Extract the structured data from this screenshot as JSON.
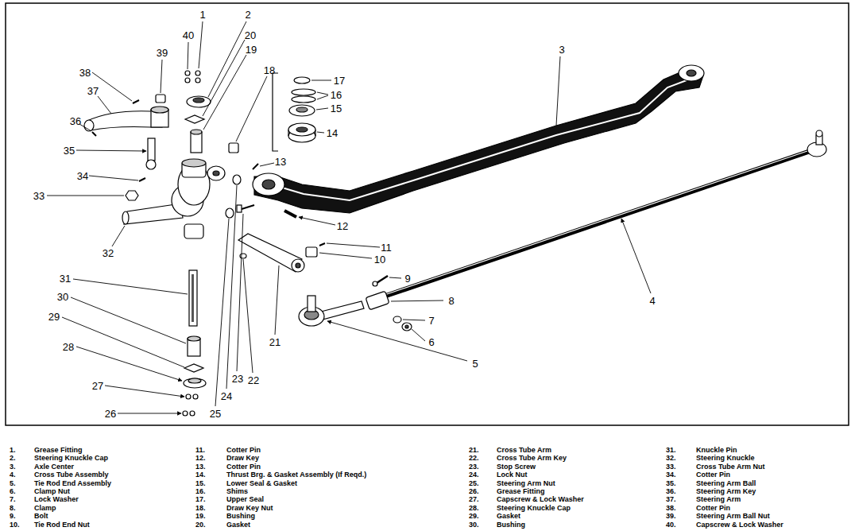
{
  "diagram": {
    "labels": [
      "1",
      "2",
      "3",
      "4",
      "5",
      "6",
      "7",
      "8",
      "9",
      "10",
      "11",
      "12",
      "13",
      "14",
      "15",
      "16",
      "17",
      "18",
      "19",
      "20",
      "21",
      "22",
      "23",
      "24",
      "25",
      "26",
      "27",
      "28",
      "29",
      "30",
      "31",
      "32",
      "33",
      "34",
      "35",
      "36",
      "37",
      "38",
      "39",
      "40",
      "1.",
      "Grease Fitting",
      "2.",
      "Steering Knuckle Cap",
      "3.",
      "Axle Center",
      "4.",
      "Cross Tube Assembly",
      "5.",
      "Tie Rod End Assembly",
      "6.",
      "Clamp Nut",
      "7.",
      "Lock Washer",
      "8.",
      "Clamp",
      "9.",
      "Bolt",
      "10.",
      "Tie Rod End Nut",
      "11.",
      "Cotter Pin",
      "12.",
      "Draw Key",
      "13.",
      "Cotter Pin",
      "14.",
      "Thrust Brg. & Gasket Assembly (If Reqd.)",
      "15.",
      "Lower Seal & Gasket",
      "16.",
      "Shims",
      "17.",
      "Upper Seal",
      "18.",
      "Draw Key Nut",
      "19.",
      "Bushing",
      "20.",
      "Gasket",
      "21.",
      "Cross Tube Arm",
      "22.",
      "Cross Tube Arm Key",
      "23.",
      "Stop Screw",
      "24.",
      "Lock Nut",
      "25.",
      "Steering Arm Nut",
      "26.",
      "Grease Fitting",
      "27.",
      "Capscrew & Lock Washer",
      "28.",
      "Steering Knuckle Cap",
      "29.",
      "Gasket",
      "30.",
      "Bushing",
      "31.",
      "Knuckle Pin",
      "32.",
      "Steering Knuckle",
      "33.",
      "Cross Tube Arm Nut",
      "34.",
      "Cotter Pin",
      "35.",
      "Steering Arm Ball",
      "36.",
      "Steering Arm Key",
      "37.",
      "Steering Arm",
      "38.",
      "Cotter Pin",
      "39.",
      "Steering Arm Ball Nut",
      "40.",
      "Capscrew & Lock Washer"
    ]
  }
}
